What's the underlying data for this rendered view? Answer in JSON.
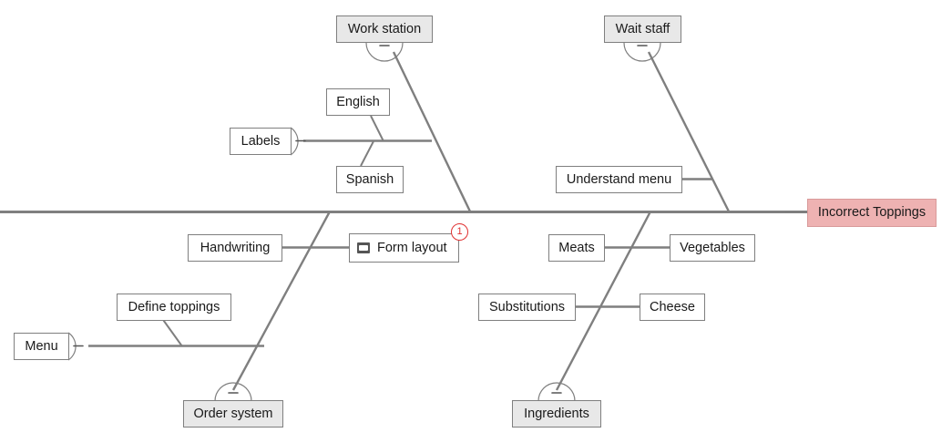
{
  "diagram": {
    "type": "fishbone-ishikawa",
    "problem": {
      "label": "Incorrect Toppings",
      "fill": "#eeb2b2",
      "border": "#d99a9a"
    },
    "spine_color": "#7f7f7f",
    "category_fill": "#e8e8e8",
    "collapse_symbol": "–",
    "categories": [
      {
        "id": "work-station",
        "label": "Work station",
        "position": "top-left",
        "causes": [
          {
            "label": "Labels",
            "collapsed": true,
            "collapse_symbol": "–"
          },
          {
            "label": "English"
          },
          {
            "label": "Spanish"
          }
        ]
      },
      {
        "id": "wait-staff",
        "label": "Wait staff",
        "position": "top-right",
        "causes": [
          {
            "label": "Understand menu"
          }
        ]
      },
      {
        "id": "order-system",
        "label": "Order system",
        "position": "bottom-left",
        "causes": [
          {
            "label": "Handwriting"
          },
          {
            "label": "Form layout",
            "icon": "note-icon",
            "badge": "1",
            "badge_color": "#e03131"
          },
          {
            "label": "Define toppings"
          },
          {
            "label": "Menu",
            "collapsed": true,
            "collapse_symbol": "–"
          }
        ]
      },
      {
        "id": "ingredients",
        "label": "Ingredients",
        "position": "bottom-right",
        "causes": [
          {
            "label": "Meats"
          },
          {
            "label": "Vegetables"
          },
          {
            "label": "Substitutions"
          },
          {
            "label": "Cheese"
          }
        ]
      }
    ]
  }
}
